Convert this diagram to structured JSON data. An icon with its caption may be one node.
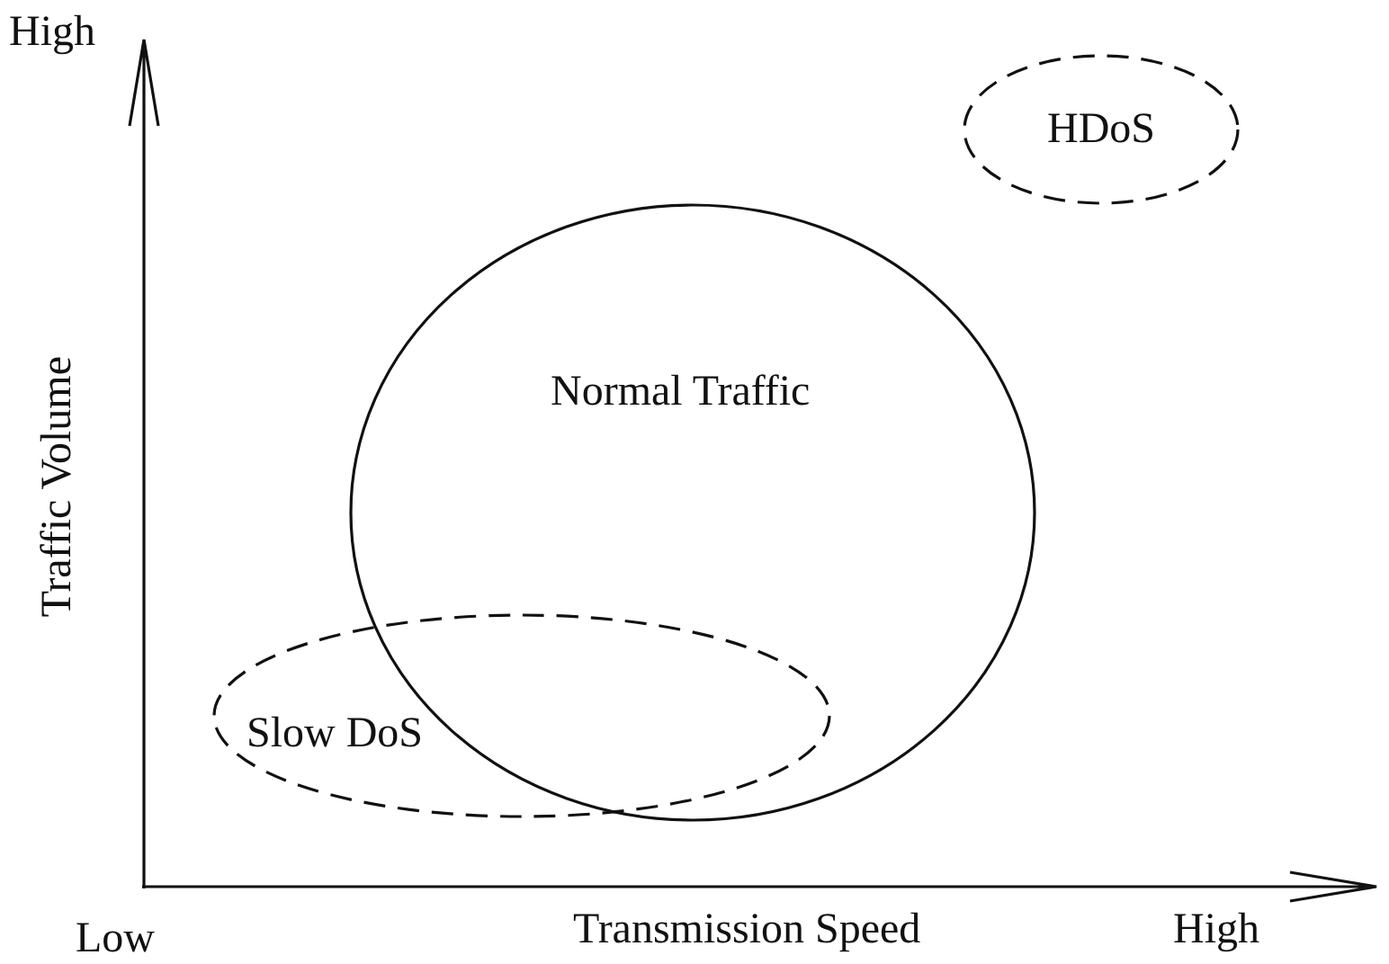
{
  "diagram": {
    "nodes": [
      {
        "text": [
          "HDoS"
        ]
      },
      {
        "text": [
          "Normal Traffic"
        ]
      },
      {
        "text": [
          "Slow DoS"
        ]
      }
    ],
    "labels": [
      "High",
      "Traffic Volume",
      "Low",
      "Transmission Speed",
      "High"
    ]
  }
}
